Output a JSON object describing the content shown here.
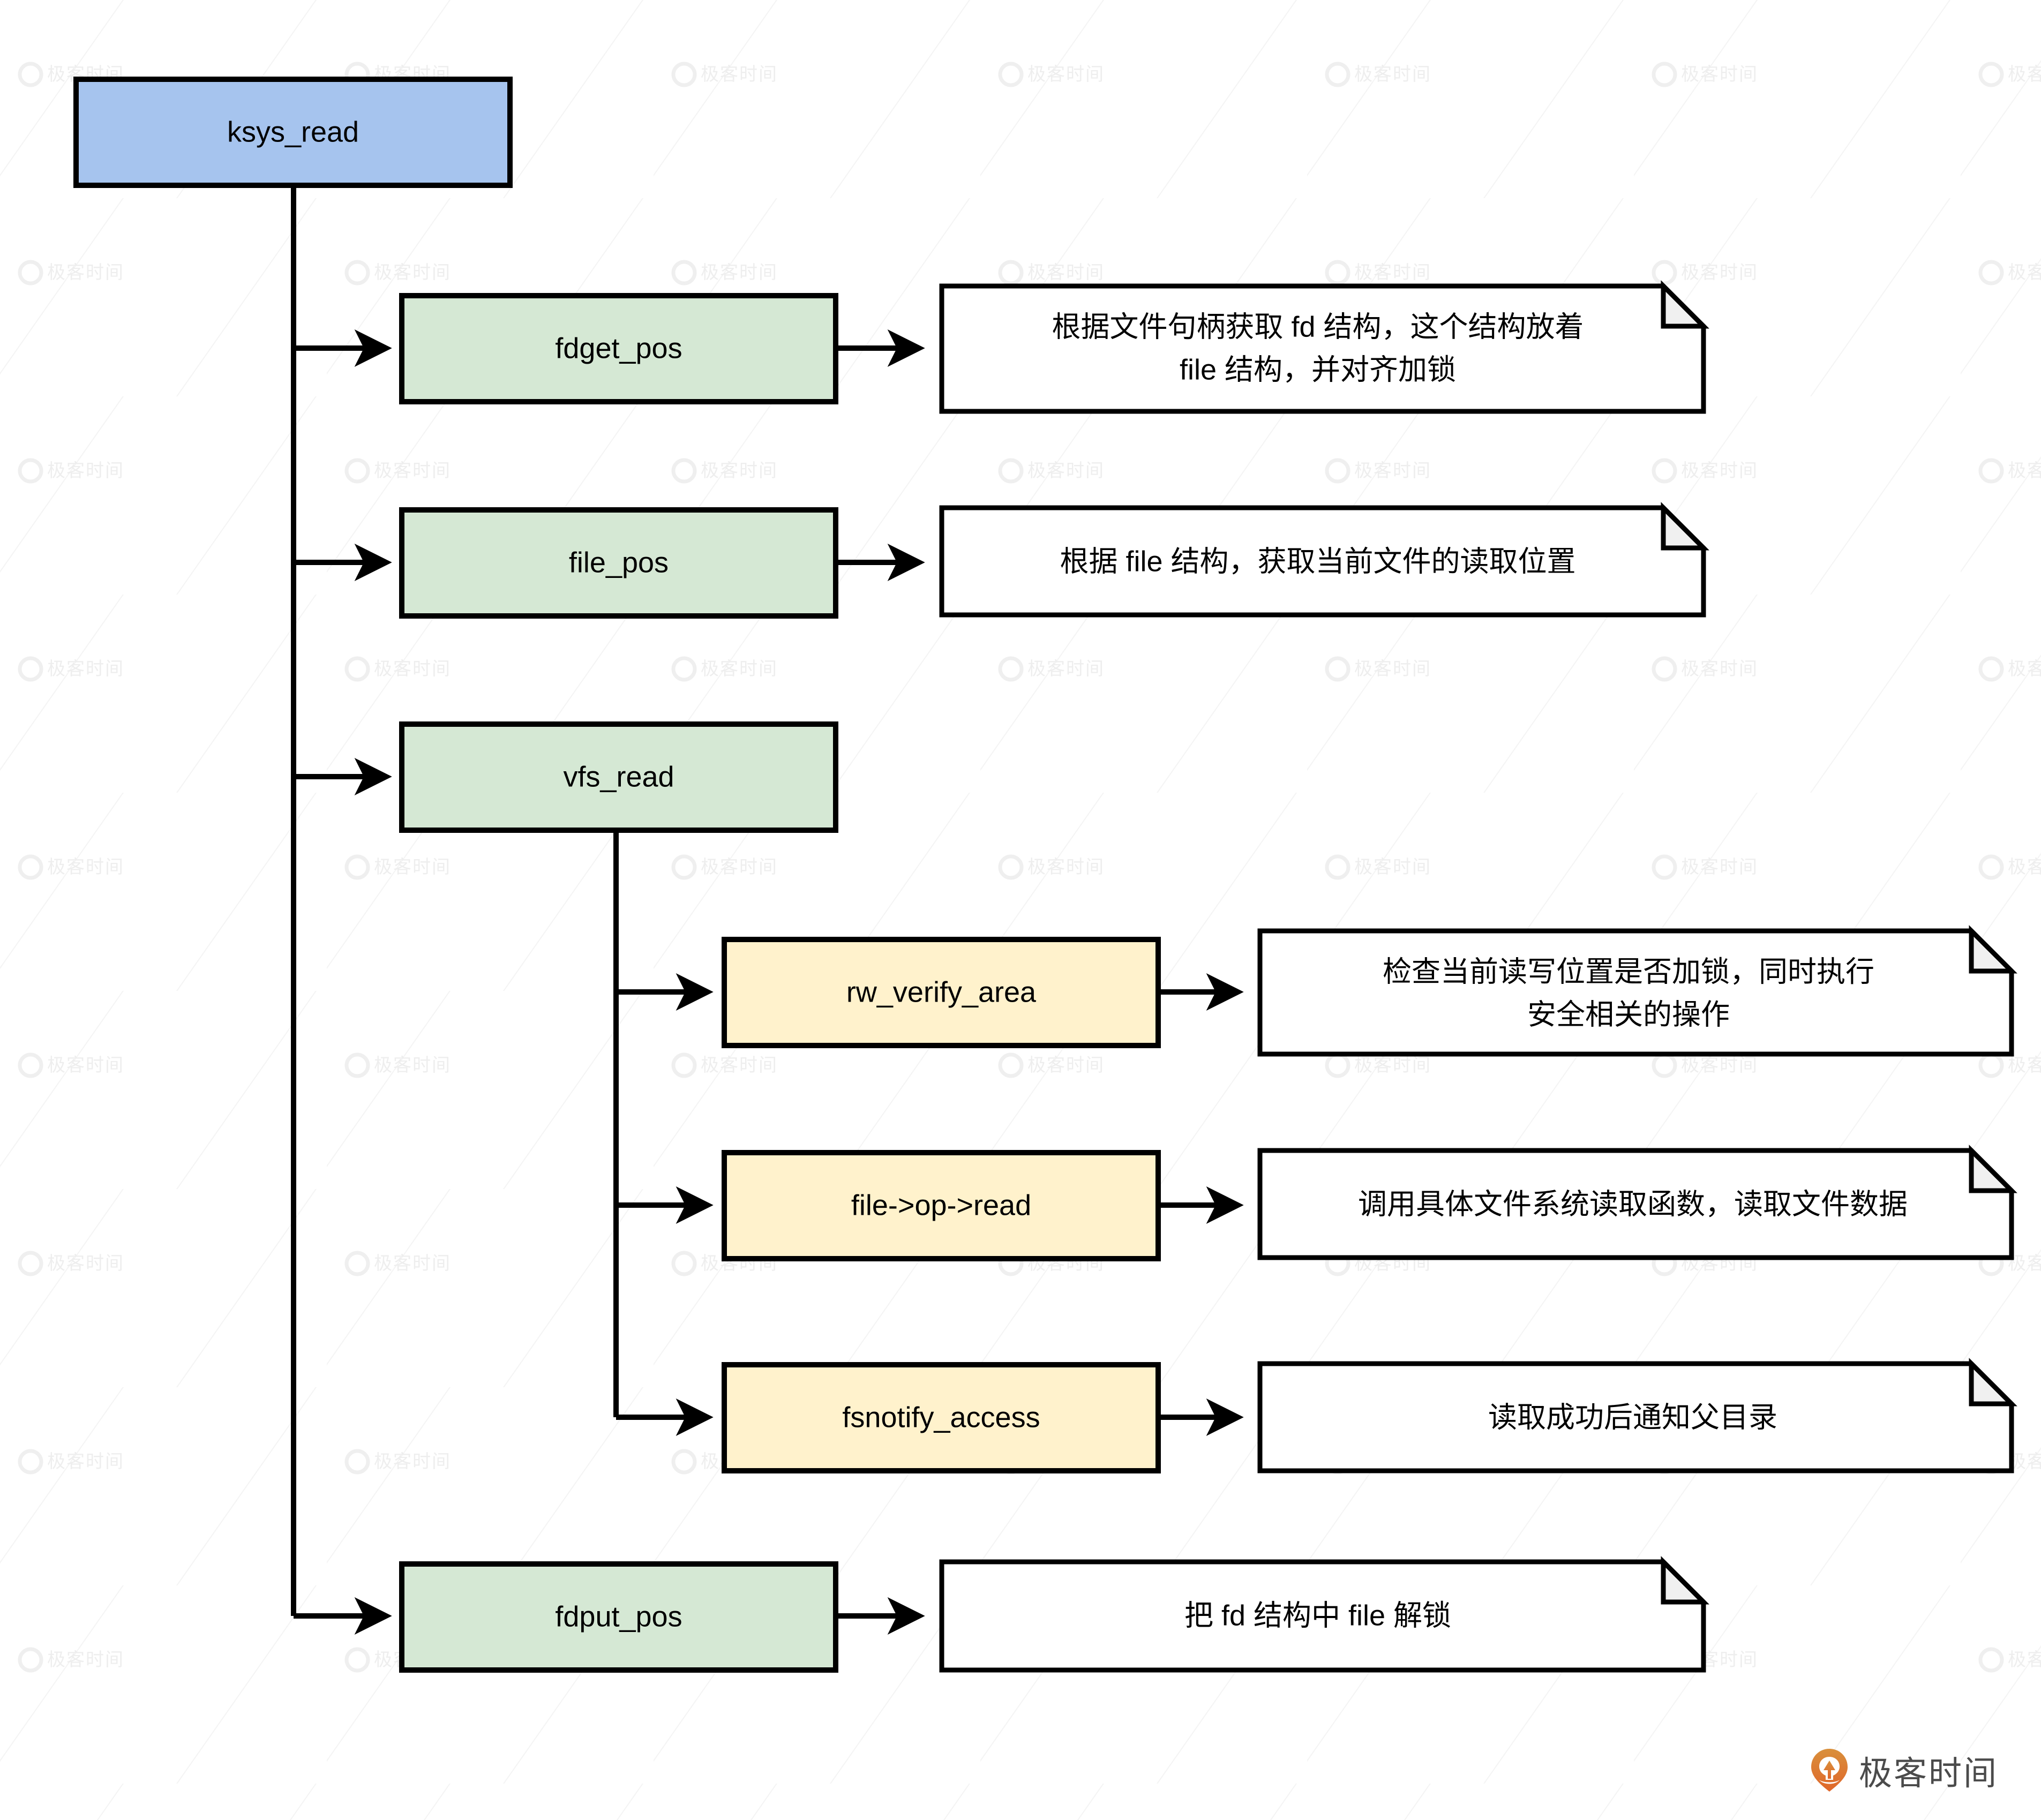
{
  "diagram": {
    "title": "ksys_read call flow",
    "colors": {
      "entry_fill": "#a6c4ee",
      "process_fill": "#d5e8d4",
      "sub_process_fill": "#fff2cc",
      "note_fill": "#ffffff",
      "fold_fill": "#f0f0f0",
      "stroke": "#000000",
      "brand_orange": "#e08a3c",
      "brand_text": "#4b4b4b",
      "watermark": "#eeeeee"
    },
    "entry": {
      "id": "ksys_read",
      "label": "ksys_read",
      "kind": "entry"
    },
    "nodes": [
      {
        "id": "fdget_pos",
        "label": "fdget_pos",
        "kind": "process"
      },
      {
        "id": "file_pos",
        "label": "file_pos",
        "kind": "process"
      },
      {
        "id": "vfs_read",
        "label": "vfs_read",
        "kind": "process"
      },
      {
        "id": "rw_verify_area",
        "label": "rw_verify_area",
        "kind": "sub"
      },
      {
        "id": "file_op_read",
        "label": "file->op->read",
        "kind": "sub"
      },
      {
        "id": "fsnotify_access",
        "label": "fsnotify_access",
        "kind": "sub"
      },
      {
        "id": "fdput_pos",
        "label": "fdput_pos",
        "kind": "process"
      }
    ],
    "notes": [
      {
        "id": "note_fdget_pos",
        "for": "fdget_pos",
        "lines": [
          "根据文件句柄获取 fd 结构，这个结构放着",
          "file 结构，并对齐加锁"
        ]
      },
      {
        "id": "note_file_pos",
        "for": "file_pos",
        "lines": [
          "根据 file 结构，获取当前文件的读取位置"
        ]
      },
      {
        "id": "note_rw_verify_area",
        "for": "rw_verify_area",
        "lines": [
          "检查当前读写位置是否加锁，同时执行",
          "安全相关的操作"
        ]
      },
      {
        "id": "note_file_op_read",
        "for": "file_op_read",
        "lines": [
          "调用具体文件系统读取函数，读取文件数据"
        ]
      },
      {
        "id": "note_fsnotify",
        "for": "fsnotify_access",
        "lines": [
          "读取成功后通知父目录"
        ]
      },
      {
        "id": "note_fdput_pos",
        "for": "fdput_pos",
        "lines": [
          "把 fd 结构中 file 解锁"
        ]
      }
    ],
    "edges": [
      {
        "from": "ksys_read",
        "to": "fdget_pos"
      },
      {
        "from": "ksys_read",
        "to": "file_pos"
      },
      {
        "from": "ksys_read",
        "to": "vfs_read"
      },
      {
        "from": "ksys_read",
        "to": "fdput_pos"
      },
      {
        "from": "vfs_read",
        "to": "rw_verify_area"
      },
      {
        "from": "vfs_read",
        "to": "file_op_read"
      },
      {
        "from": "vfs_read",
        "to": "fsnotify_access"
      },
      {
        "from": "fdget_pos",
        "to": "note_fdget_pos"
      },
      {
        "from": "file_pos",
        "to": "note_file_pos"
      },
      {
        "from": "rw_verify_area",
        "to": "note_rw_verify_area"
      },
      {
        "from": "file_op_read",
        "to": "note_file_op_read"
      },
      {
        "from": "fsnotify_access",
        "to": "note_fsnotify"
      },
      {
        "from": "fdput_pos",
        "to": "note_fdput_pos"
      }
    ]
  },
  "branding": {
    "name": "极客时间",
    "watermark_text": "极客时间"
  }
}
